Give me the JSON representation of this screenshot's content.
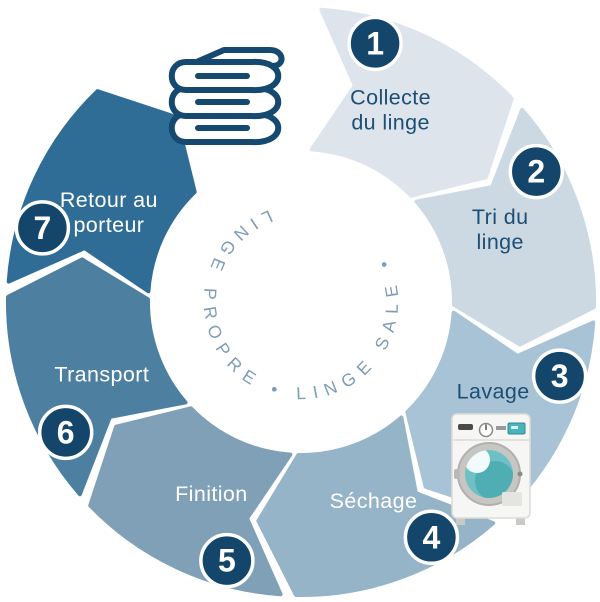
{
  "diagram": {
    "type": "cycle",
    "direction": "clockwise",
    "steps": [
      {
        "number": "1",
        "label": "Collecte du linge",
        "lines": [
          "Collecte",
          "du linge"
        ],
        "segment_color": "#dde4ec",
        "label_color": "#1d4e74"
      },
      {
        "number": "2",
        "label": "Tri du linge",
        "lines": [
          "Tri du",
          "linge"
        ],
        "segment_color": "#ccd8e2",
        "label_color": "#1d4e74"
      },
      {
        "number": "3",
        "label": "Lavage",
        "lines": [
          "Lavage"
        ],
        "segment_color": "#a9c3d6",
        "label_color": "#1d4e74"
      },
      {
        "number": "4",
        "label": "Séchage",
        "lines": [
          "Séchage"
        ],
        "segment_color": "#96b4c8",
        "label_color": "#ffffff"
      },
      {
        "number": "5",
        "label": "Finition",
        "lines": [
          "Finition"
        ],
        "segment_color": "#7fa0b6",
        "label_color": "#ffffff"
      },
      {
        "number": "6",
        "label": "Transport",
        "lines": [
          "Transport"
        ],
        "segment_color": "#4d7fa0",
        "label_color": "#ffffff"
      },
      {
        "number": "7",
        "label": "Retour au porteur",
        "lines": [
          "Retour au",
          "porteur"
        ],
        "segment_color": "#2f6d97",
        "label_color": "#ffffff"
      }
    ],
    "badge": {
      "fill": "#14466b",
      "ring_color": "#ffffff",
      "number_color": "#ffffff"
    },
    "center_text": {
      "dirty_label": "LINGE SALE",
      "clean_label": "LINGE PROPRE",
      "separator": "•",
      "circular_label": "LINGE PROPRE   •   LINGE SALE   •",
      "color": "#7e9db5"
    },
    "icons": {
      "towel_stack": {
        "name": "towel-stack-icon",
        "outline_color": "#16496f"
      },
      "washing_machine": {
        "name": "washing-machine-icon",
        "body_color": "#f6f6f4",
        "drum_color": "#58b4ba"
      }
    }
  }
}
